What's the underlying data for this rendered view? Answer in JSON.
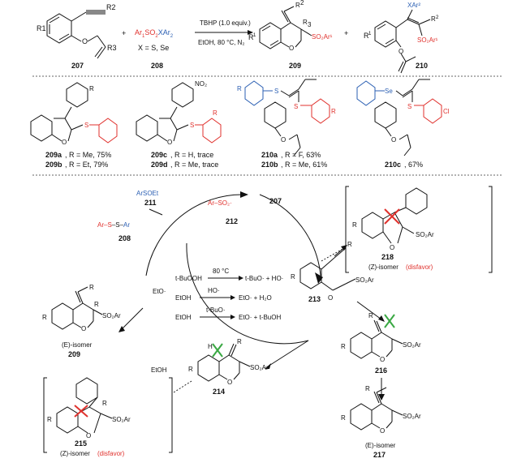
{
  "scheme": {
    "reactant1": {
      "num": "207",
      "R1": "R1",
      "R2": "R2",
      "R3": "R3"
    },
    "reactant2": {
      "formula_prefix": "Ar",
      "formula_mid": "SO",
      "formula_x": "XAr",
      "num": "208",
      "x_def": "X = S, Se"
    },
    "plus": "+",
    "conditions": {
      "line1": "TBHP (1.0 equiv.)",
      "line2": "EtOH, 80 °C, N₂"
    },
    "product_209": {
      "num": "209",
      "sub": "SO₂Ar¹"
    },
    "product_210": {
      "num": "210",
      "xar": "XAr²",
      "so2": "SO₂Ar¹"
    }
  },
  "examples": [
    {
      "name": "209a",
      "text": ", R = Me, 75%"
    },
    {
      "name": "209b",
      "text": ", R = Et, 79%"
    },
    {
      "name": "209c",
      "text": ", R = H, trace"
    },
    {
      "name": "209d",
      "text": ", R = Me, trace"
    },
    {
      "name": "210a",
      "text": ", R = F, 63%"
    },
    {
      "name": "210b",
      "text": ", R = Me, 61%"
    },
    {
      "name": "210c",
      "text": ", 67%"
    }
  ],
  "examples_subs": {
    "R": "R",
    "NO2": "NO₂",
    "S": "S",
    "Se": "Se",
    "Cl": "Cl",
    "O": "O"
  },
  "mechanism": {
    "c208": "208",
    "c211": "211",
    "c212": "212",
    "c207": "207",
    "c213": "213",
    "c214": "214",
    "c215": "215",
    "c216": "216",
    "c217": "217",
    "c218": "218",
    "c209": "209",
    "arsoet": "ArSOEt",
    "disulf": "Ar–S–S–Ar",
    "radical212": "Ar–SO₂·",
    "rxn1a": "t-BuOOH",
    "rxn1cond": "80 °C",
    "rxn1b": "t-BuO· + HO·",
    "rxn2a": "EtOH",
    "rxn2b": "EtO· + H₂O",
    "rxn2r": "HO·",
    "rxn3a": "EtOH",
    "rxn3b": "EtO· + t-BuOH",
    "rxn3r": "t-BuO·",
    "eto_left": "EtO·",
    "etoh_bottom": "EtOH",
    "e_isomer_209": "(E)-isomer",
    "e_isomer_217": "(E)-isomer",
    "z_isomer_218": "(Z)-isomer",
    "disfavor": "(disfavor)",
    "z_isomer_215": "(Z)-isomer",
    "so2ar": "SO₂Ar"
  }
}
